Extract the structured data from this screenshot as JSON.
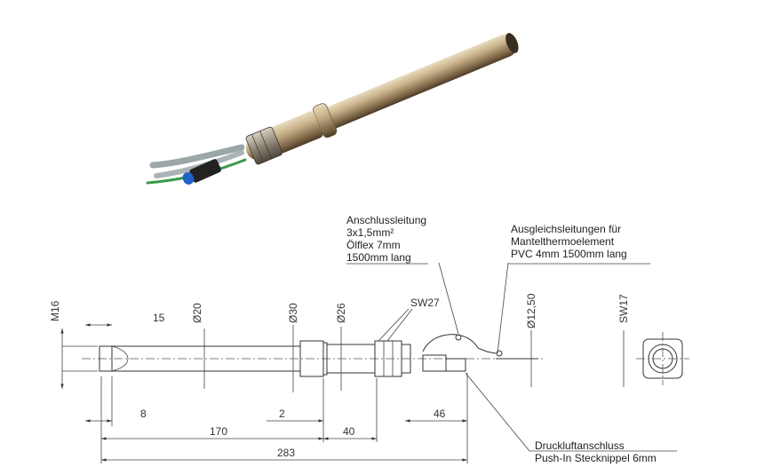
{
  "labels": {
    "cable_line1": "Anschlussleitung",
    "cable_line2": "3x1,5mm²",
    "cable_line3": "Ölflex 7mm",
    "cable_line4": "1500mm lang",
    "comp_line1": "Ausgleichsleitungen für",
    "comp_line2": "Mantelthermoelement",
    "comp_line3": "PVC 4mm 1500mm lang",
    "air_line1": "Druckluftanschluss",
    "air_line2": "Push-In Stecknippel 6mm"
  },
  "dimensions": {
    "thread": "M16",
    "d20": "Ø20",
    "d30": "Ø30",
    "d26": "Ø26",
    "sw27": "SW27",
    "d1250": "Ø12,50",
    "sw17": "SW17",
    "l15": "15",
    "l8": "8",
    "l2": "2",
    "l46": "46",
    "l170": "170",
    "l40": "40",
    "l283": "283"
  },
  "colors": {
    "steel_light": "#c9b28a",
    "steel_dark": "#5a4630",
    "cable_grey": "#9aa6a8",
    "cable_green": "#3a9a4a",
    "fitting_blue": "#1e62c8"
  }
}
